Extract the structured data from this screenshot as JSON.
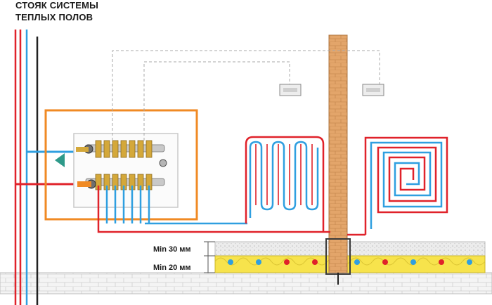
{
  "title": {
    "line1": "СТОЯК СИСТЕМЫ",
    "line2": "ТЕПЛЫХ ПОЛОВ"
  },
  "dimensions": {
    "screed_min": "Min 30 мм",
    "insulation_min": "Min 20 мм"
  },
  "colors": {
    "supply": "#e0222a",
    "return": "#2f9fe0",
    "neutral": "#222222",
    "cabinet": "#f08a24",
    "brick": "#e3a56a",
    "insulation": "#f7e34c",
    "dashed": "#a8a8a8"
  },
  "icons": [
    "thermostat-icon",
    "manifold-icon",
    "pump-valve-icon"
  ]
}
